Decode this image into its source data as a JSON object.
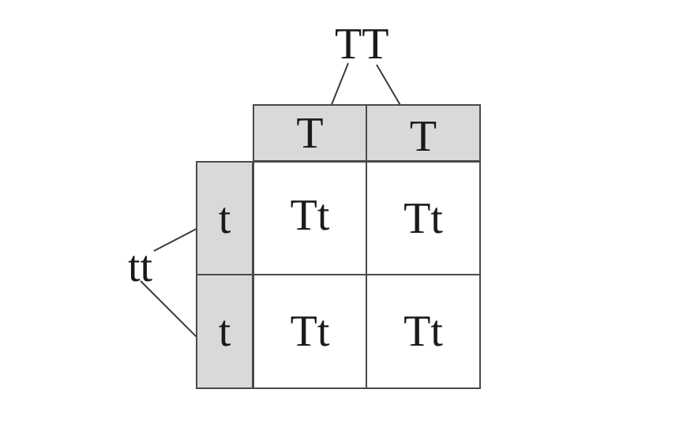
{
  "diagram": {
    "top_parent": {
      "genotype": "TT"
    },
    "left_parent": {
      "genotype": "tt"
    },
    "column_alleles": [
      "T",
      "T"
    ],
    "row_alleles": [
      "t",
      "t"
    ],
    "offspring": [
      [
        "Tt",
        "Tt"
      ],
      [
        "Tt",
        "Tt"
      ]
    ]
  },
  "colors": {
    "header_fill": "#d9d9d9",
    "border": "#4a4a4a",
    "text": "#1a1a1a"
  }
}
